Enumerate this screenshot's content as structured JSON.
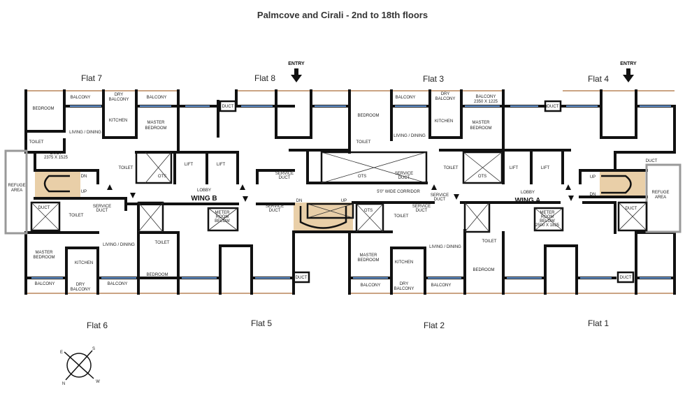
{
  "title": "Palmcove and Cirali - 2nd to 18th floors",
  "entry_label": "ENTRY",
  "flats": [
    "Flat 7",
    "Flat 8",
    "Flat 3",
    "Flat 4",
    "Flat 6",
    "Flat 5",
    "Flat 2",
    "Flat 1"
  ],
  "wings": [
    "WING B",
    "WING A"
  ],
  "compass": [
    "E",
    "S",
    "N",
    "W"
  ],
  "rooms": [
    "BEDROOM",
    "BALCONY",
    "DRY",
    "BALCONY",
    "BALCONY",
    "KITCHEN",
    "MASTER",
    "BEDROOM",
    "LIVING / DINING",
    "TOILET",
    "DUCT",
    "2375 X 1525",
    "TOILET",
    "OTS",
    "LIFT",
    "LIFT",
    "DN",
    "UP",
    "REFUGE",
    "AREA",
    "LOBBY",
    "DUCT",
    "TOILET",
    "SERVICE",
    "DUCT",
    "METER",
    "ROOM",
    "BELOW",
    "SERVICE",
    "DUCT",
    "SERVICE",
    "DUCT",
    "OTS",
    "SERVICE",
    "DUCT",
    "5'0\" WIDE CORRIDOR",
    "DN",
    "UP",
    "OTS",
    "TOILET",
    "SERVICE",
    "DUCT",
    "SERVICE",
    "DUCT",
    "TOILET",
    "OTS",
    "LIFT",
    "LIFT",
    "LOBBY",
    "METER",
    "ROOM",
    "BELOW",
    "2500 X 1825",
    "BEDROOM",
    "BALCONY",
    "DRY",
    "BALCONY",
    "BALCONY",
    "2350 X 1225",
    "KITCHEN",
    "MASTER",
    "BEDROOM",
    "LIVING / DINING",
    "TOILET",
    "MASTER",
    "BEDROOM",
    "KITCHEN",
    "LIVING / DINING",
    "TOILET",
    "BEDROOM",
    "BALCONY",
    "DRY",
    "BALCONY",
    "BALCONY",
    "MASTER",
    "BEDROOM",
    "KITCHEN",
    "LIVING / DINING",
    "TOILET",
    "BEDROOM",
    "BALCONY",
    "DRY",
    "BALCONY",
    "BALCONY",
    "UP",
    "DN",
    "REFUGE",
    "AREA",
    "DUCT",
    "DUCT",
    "DUCT",
    "DUCT",
    "DUCT",
    "DUCT"
  ]
}
